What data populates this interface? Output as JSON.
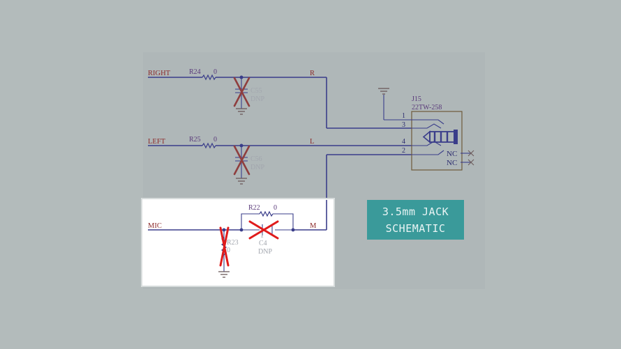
{
  "nets": {
    "right": "RIGHT",
    "left": "LEFT",
    "mic": "MIC",
    "r": "R",
    "l": "L",
    "m": "M"
  },
  "components": {
    "r24": {
      "ref": "R24",
      "value": "0"
    },
    "r25": {
      "ref": "R25",
      "value": "0"
    },
    "r22": {
      "ref": "R22",
      "value": "0"
    },
    "r23": {
      "ref": "R23",
      "value": "0"
    },
    "c55": {
      "ref": "C55",
      "value": "DNP"
    },
    "c56": {
      "ref": "C56",
      "value": "DNP"
    },
    "c4": {
      "ref": "C4",
      "value": "DNP",
      "mark": "1"
    }
  },
  "jack": {
    "ref": "J15",
    "part": "22TW-258",
    "pins": [
      "1",
      "3",
      "4",
      "2"
    ],
    "nc_labels": [
      "NC",
      "NC"
    ]
  },
  "title_box": {
    "line1": "3.5mm JACK",
    "line2": "SCHEMATIC",
    "color": "#3a9a9a"
  },
  "colors": {
    "background": "#b3bbbb",
    "sheet": "#afb7b8",
    "highlight_panel": "#ffffff",
    "wire": "#3a3d8a",
    "net_label": "#8c2a2a",
    "dnp_cross": "#8f3e3e",
    "highlight_cross": "#e01b1b"
  }
}
